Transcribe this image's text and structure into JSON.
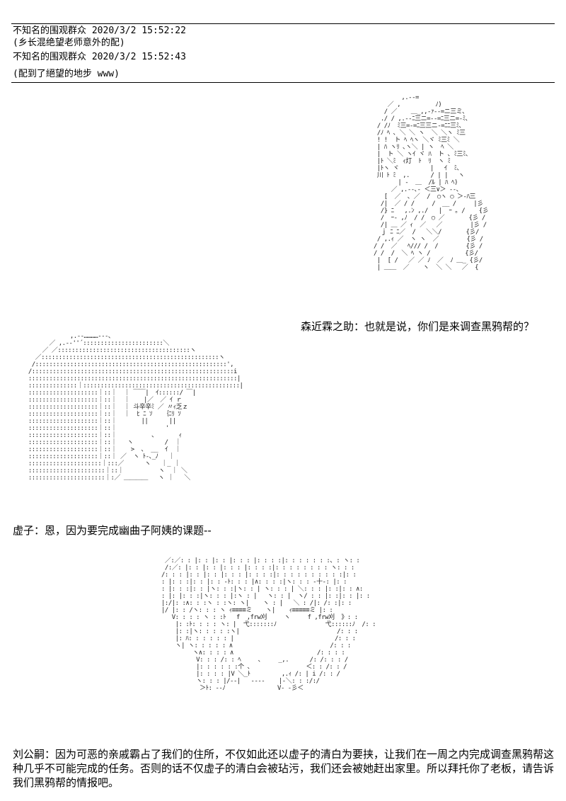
{
  "comments": [
    {
      "user": "不知名的围观群众",
      "timestamp": "2020/3/2 15:52:22",
      "text": "(乡长混绝望老师意外的配)"
    },
    {
      "user": "不知名的围观群众",
      "timestamp": "2020/3/2 15:52:43",
      "text": "(配到了絕望的地步 www)"
    }
  ],
  "scenes": [
    {
      "speaker": "森近霖之助",
      "line": "森近霖之助：也就是说，你们是来调查黑鸦帮的？"
    },
    {
      "speaker": "虚子",
      "line": "虚子：恩，因为要完成幽曲子阿姨的课题--"
    },
    {
      "speaker": "刘公嗣",
      "line": "刘公嗣：因为可恶的亲戚霸占了我们的住所，不仅如此还以虚子的清白为要挟，让我们在一周之内完成调查黑鸦帮这种几乎不可能完成的任务。否则的话不仅虚子的清白会被玷污，我们还会被她赶出家里。所以拜托你了老板，请告诉我们黑鸦帮的情报吧。"
    }
  ]
}
